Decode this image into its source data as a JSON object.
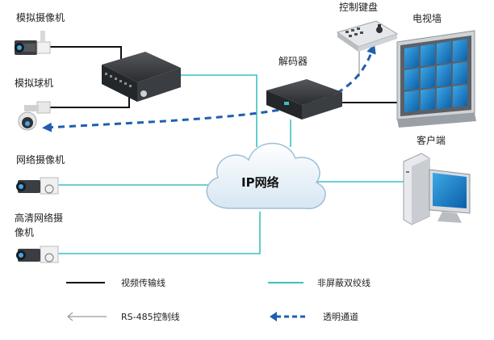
{
  "labels": {
    "analog_camera": "模拟摄像机",
    "analog_dome": "模拟球机",
    "network_camera": "网络摄像机",
    "hd_camera_line1": "高清网络摄",
    "hd_camera_line2": "像机",
    "keyboard": "控制键盘",
    "video_wall": "电视墙",
    "decoder": "解码器",
    "client": "客户端",
    "cloud": "IP网络"
  },
  "legend": {
    "video_line": "视频传输线",
    "utp_line": "非屏蔽双绞线",
    "rs485_line": "RS-485控制线",
    "transparent_channel": "透明通道"
  },
  "colors": {
    "video_line": "#111111",
    "utp_line": "#3fbfbf",
    "rs485_line": "#888888",
    "transparent_channel": "#1f5fb0"
  }
}
